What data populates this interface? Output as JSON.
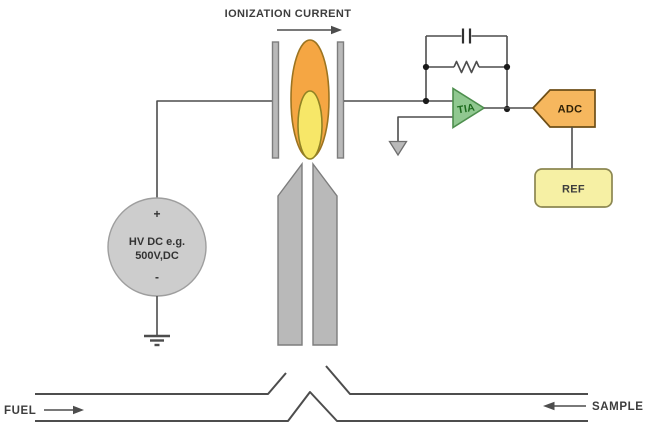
{
  "diagram": {
    "title": "IONIZATION CURRENT",
    "hv_source": {
      "plus": "+",
      "minus": "-",
      "line1": "HV DC e.g.",
      "line2": "500V,DC"
    },
    "blocks": {
      "tia": "TIA",
      "adc": "ADC",
      "ref": "REF"
    },
    "flows": {
      "fuel": "FUEL",
      "sample": "SAMPLE"
    },
    "colors": {
      "wire": "#4d4d4d",
      "text": "#3d3d3d",
      "flame_outer": "#f5a643",
      "flame_outer_border": "#9c7420",
      "flame_inner": "#f7e768",
      "flame_inner_border": "#908224",
      "metal_fill": "#b9b9b9",
      "metal_border": "#7d7d7d",
      "hv_fill": "#cdcdcd",
      "hv_border": "#9e9e9e",
      "tia_fill": "#90c890",
      "tia_border": "#4e8f4e",
      "tia_text": "#1d6b1d",
      "adc_fill": "#f6b75e",
      "adc_border": "#6e4f17",
      "adc_text": "#2e2006",
      "ref_fill": "#f6f0a4",
      "ref_border": "#8c8751",
      "ref_text": "#3d3d3d"
    }
  }
}
